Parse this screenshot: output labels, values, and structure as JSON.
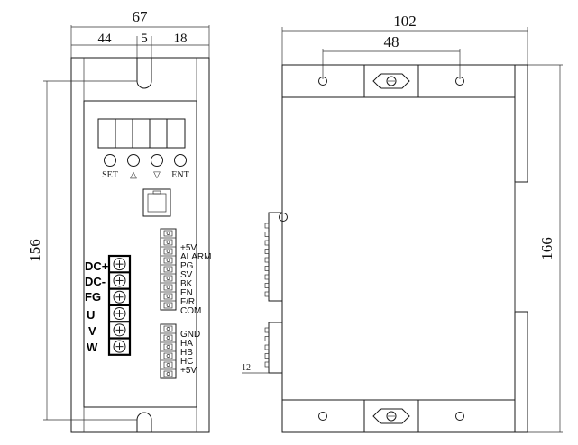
{
  "dimensions": {
    "front_width": "67",
    "front_left": "44",
    "front_mid": "5",
    "front_right": "18",
    "front_height": "156",
    "side_width": "102",
    "side_hole_spacing": "48",
    "side_height": "166",
    "side_connector_offset": "12"
  },
  "buttons": [
    "SET",
    "△",
    "▽",
    "ENT"
  ],
  "signal_pins": [
    "+5V",
    "ALARM",
    "PG",
    "SV",
    "BK",
    "EN",
    "F/R",
    "COM"
  ],
  "hall_pins": [
    "GND",
    "HA",
    "HB",
    "HC",
    "+5V"
  ],
  "power_terminals": [
    "DC+",
    "DC-",
    "FG",
    "U",
    "V",
    "W"
  ]
}
